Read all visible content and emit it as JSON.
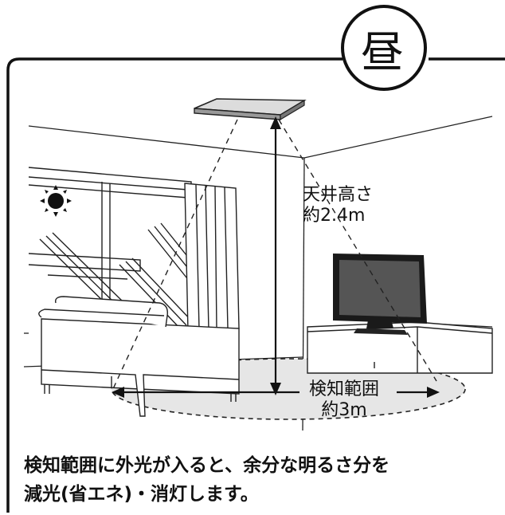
{
  "badge": {
    "label": "昼"
  },
  "ceiling_height": {
    "line1": "天井高さ",
    "line2": "約2.4m"
  },
  "detection_range": {
    "line1": "検知範囲",
    "line2": "約3m"
  },
  "caption": {
    "line1": "検知範囲に外光が入ると、余分な明るさ分を",
    "line2": "減光(省エネ)・消灯します。"
  },
  "icons": [
    "sun-icon",
    "ceiling-sensor-light",
    "sofa",
    "tv",
    "tv-stand",
    "window",
    "curtain"
  ]
}
